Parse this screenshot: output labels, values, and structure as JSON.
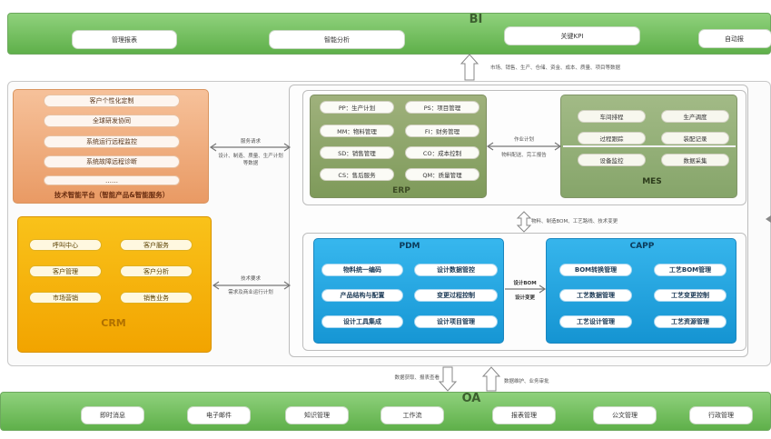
{
  "bi": {
    "title": "BI",
    "items": [
      "管理报表",
      "智能分析",
      "关键KPI",
      "自动报"
    ],
    "up_note": "市场、销售、生产、仓储、资金、成本、质量、项目等数据"
  },
  "tech_platform": {
    "items": [
      "客户个性化定制",
      "全球研发协同",
      "系统运行远程监控",
      "系统故障远程诊断",
      "……"
    ],
    "title": "技术智能平台（智能产品&智能服务）"
  },
  "crm": {
    "title": "CRM",
    "items": [
      "呼叫中心",
      "客户服务",
      "客户管理",
      "客户分析",
      "市场营销",
      "销售业务"
    ]
  },
  "erp": {
    "title": "ERP",
    "items": [
      "PP：生产计划",
      "PS：项目管理",
      "MM：物料管理",
      "FI：财务管理",
      "SD：销售管理",
      "CO：成本控制",
      "CS：售后服务",
      "QM：质量管理"
    ]
  },
  "mes": {
    "title": "MES",
    "items": [
      "车间排程",
      "生产调度",
      "过程跟踪",
      "装配记录",
      "设备监控",
      "数据采集"
    ]
  },
  "pdm": {
    "title": "PDM",
    "items": [
      "物料统一编码",
      "设计数据管控",
      "产品结构与配置",
      "变更过程控制",
      "设计工具集成",
      "设计项目管理"
    ]
  },
  "capp": {
    "title": "CAPP",
    "items": [
      "BOM转换管理",
      "工艺BOM管理",
      "工艺数据管理",
      "工艺变更控制",
      "工艺设计管理",
      "工艺资源管理"
    ]
  },
  "oa": {
    "title": "OA",
    "items": [
      "即时消息",
      "电子邮件",
      "知识管理",
      "工作流",
      "报表管理",
      "公文管理",
      "行政管理"
    ]
  },
  "notes": {
    "tech_erp_top": "服务请求",
    "tech_erp_bottom": "设计、制造、质量、生产计划等数据",
    "crm_erp_top": "技术要求",
    "crm_erp_bottom": "需求及商业运行计划",
    "erp_mes_top": "作业计划",
    "erp_mes_bottom": "物料配送、完工报告",
    "erp_pdm": "物料、制造BOM、工艺路线、技术变更",
    "pdm_capp_top": "设计BOM",
    "pdm_capp_bottom": "设计变更",
    "oa_left": "数据获取、报表查看",
    "oa_right": "数据维护、业务审批"
  }
}
